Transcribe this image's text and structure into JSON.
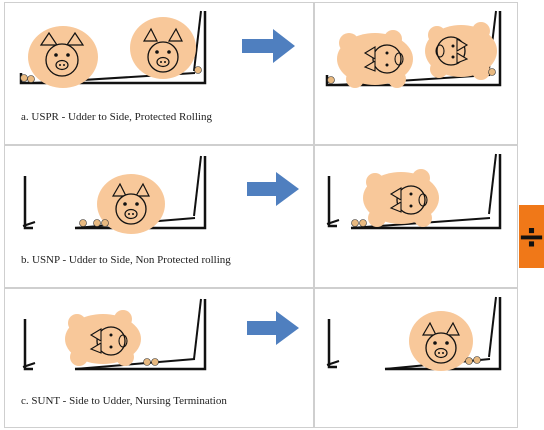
{
  "rows": [
    {
      "caption": "a. USPR - Udder to Side, Protected Rolling"
    },
    {
      "caption": "b. USNP - Udder to Side, Non Protected rolling"
    },
    {
      "caption": "c. SUNT - Side to Udder, Nursing Termination"
    }
  ],
  "side_widget": {
    "symbol": "÷",
    "color": "#f07818"
  },
  "colors": {
    "pig": "#f8c89a",
    "arrow": "#4f7fbf",
    "outline": "#111111"
  }
}
